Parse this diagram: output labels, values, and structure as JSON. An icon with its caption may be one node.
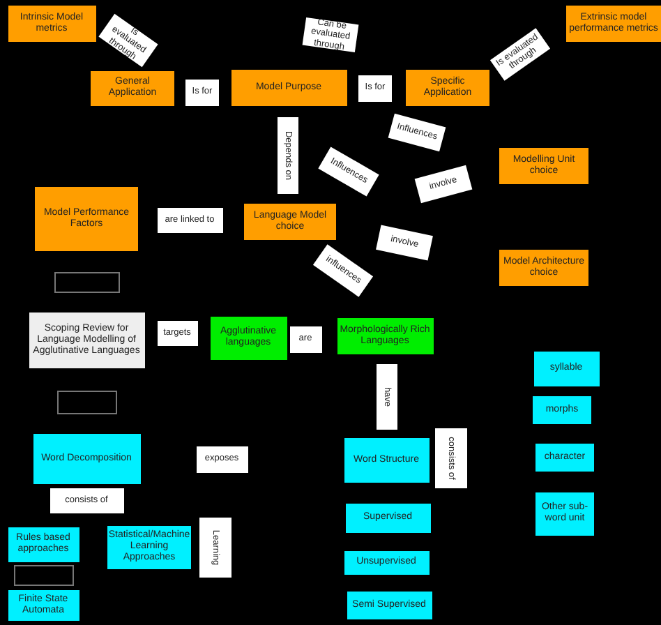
{
  "diagram": {
    "nodes": [
      {
        "text": [
          "Intrinsic Model metrics"
        ]
      },
      {
        "text": [
          "Is evaluated through"
        ]
      },
      {
        "text": [
          "Can be evaluated through"
        ]
      },
      {
        "text": [
          "Extrinsic model performance metrics"
        ]
      },
      {
        "text": [
          "Is evaluated through"
        ]
      },
      {
        "text": [
          "General Application"
        ]
      },
      {
        "text": [
          "Is for"
        ]
      },
      {
        "text": [
          "Model Purpose"
        ]
      },
      {
        "text": [
          "Is for"
        ]
      },
      {
        "text": [
          "Specific Application"
        ]
      },
      {
        "text": [
          "Depends on"
        ]
      },
      {
        "text": [
          "Influences"
        ]
      },
      {
        "text": [
          "Influences"
        ]
      },
      {
        "text": [
          "Modelling Unit choice"
        ]
      },
      {
        "text": [
          "involve"
        ]
      },
      {
        "text": [
          "Model Performance Factors"
        ]
      },
      {
        "text": [
          "are  linked to"
        ]
      },
      {
        "text": [
          "Language Model choice"
        ]
      },
      {
        "text": [
          "involve"
        ]
      },
      {
        "text": [
          "influences"
        ]
      },
      {
        "text": [
          "Model Architecture choice"
        ]
      },
      {
        "text": [],
        "shape": "box"
      },
      {
        "text": [
          "Scoping Review for Language Modelling of Agglutinative Languages"
        ]
      },
      {
        "text": [
          "targets"
        ]
      },
      {
        "text": [
          "Agglutinative languages"
        ]
      },
      {
        "text": [
          "are"
        ]
      },
      {
        "text": [
          "Morphologically Rich Languages"
        ]
      },
      {
        "text": [
          "syllable"
        ]
      },
      {
        "text": [],
        "shape": "box"
      },
      {
        "text": [
          "have"
        ]
      },
      {
        "text": [
          "morphs"
        ]
      },
      {
        "text": [
          "Word Decomposition"
        ]
      },
      {
        "text": [
          "exposes"
        ]
      },
      {
        "text": [
          "Word Structure"
        ]
      },
      {
        "text": [
          "consists of"
        ]
      },
      {
        "text": [
          "character"
        ]
      },
      {
        "text": [
          "Other sub-word unit"
        ]
      },
      {
        "text": [
          "consists of"
        ]
      },
      {
        "text": [
          "Rules based approaches"
        ]
      },
      {
        "text": [
          "Statistical/Machine Learning Approaches"
        ]
      },
      {
        "text": [
          "Learning"
        ]
      },
      {
        "text": [
          "Supervised"
        ]
      },
      {
        "text": [],
        "shape": "box"
      },
      {
        "text": [
          "Unsupervised"
        ]
      },
      {
        "text": [
          "Semi Supervised"
        ]
      },
      {
        "text": [
          "Finite State Automata"
        ]
      }
    ]
  }
}
